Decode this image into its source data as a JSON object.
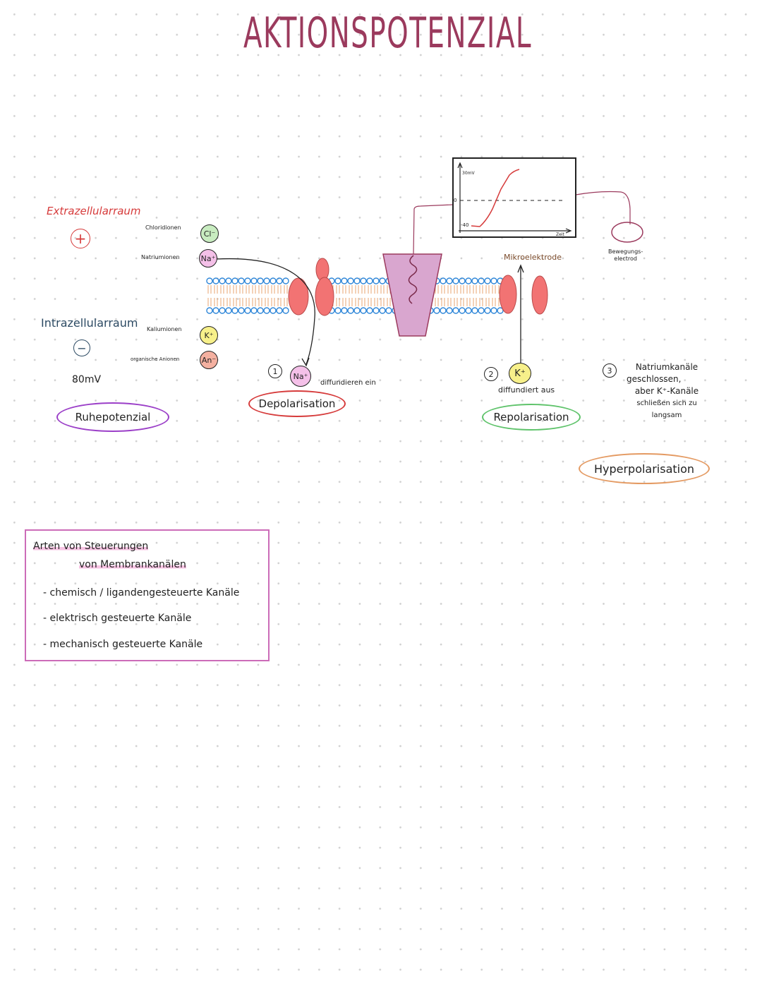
{
  "title": "AKTIONSPOTENZIAL",
  "regions": {
    "extracellular": {
      "label": "Extrazellularraum",
      "charge_symbol": "+",
      "color": "#d63b3b"
    },
    "intracellular": {
      "label": "Intrazellularraum",
      "charge_symbol": "−",
      "color": "#2c4a63"
    }
  },
  "resting_voltage": "80mV",
  "ions": [
    {
      "name": "Chloridionen",
      "symbol": "Cl⁻",
      "color": "#c8ecc0"
    },
    {
      "name": "Natriumionen",
      "symbol": "Na⁺",
      "color": "#f4c0e8"
    },
    {
      "name": "Kaliumionen",
      "symbol": "K⁺",
      "color": "#f7f08a"
    },
    {
      "name": "organische Anionen",
      "symbol": "An⁻",
      "color": "#f4b0a0"
    }
  ],
  "states": {
    "rest": {
      "label": "Ruhepotenzial",
      "color": "#9b3fc8"
    },
    "step1": {
      "number": "1",
      "ion": "Na⁺",
      "text": "diffundieren ein",
      "label": "Depolarisation",
      "color": "#d63b3b"
    },
    "step2": {
      "number": "2",
      "ion": "K⁺",
      "text": "diffundiert aus",
      "label": "Repolarisation",
      "color": "#5fc36b"
    },
    "step3": {
      "number": "3",
      "lines": [
        "Natriumkanäle",
        "geschlossen,",
        "aber K⁺-Kanäle",
        "schließen sich zu",
        "langsam"
      ],
      "label": "Hyperpolarisation",
      "color": "#e49a62"
    }
  },
  "oscilloscope": {
    "y_labels": [
      "30mV",
      "0",
      "-40"
    ],
    "x_label": "Zeit"
  },
  "electrodes": {
    "micro": "Mikroelektrode",
    "movement": [
      "Bewegungs-",
      "electrod"
    ]
  },
  "box": {
    "heading_line1": "Arten von Steuerungen",
    "heading_line2": "von Membrankanälen",
    "items": [
      "- chemisch / ligandengesteuerte Kanäle",
      "- elektrisch gesteuerte Kanäle",
      "- mechanisch gesteuerte Kanäle"
    ]
  },
  "colors": {
    "title": "#9b3a5d",
    "membrane_heads": "#2e86d8",
    "membrane_tails": "#e8a572",
    "channel_protein": "#f27373",
    "pump": "#d9a6cf",
    "trace": "#d63b3b",
    "box_border": "#cc6cb8"
  }
}
